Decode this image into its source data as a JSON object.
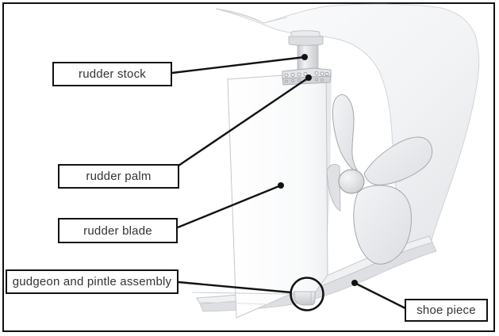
{
  "figure": {
    "type": "labeled-diagram",
    "subject": "ship stern rudder and propeller arrangement",
    "labels": [
      {
        "id": "rudder-stock",
        "text": "rudder stock"
      },
      {
        "id": "rudder-palm",
        "text": "rudder palm"
      },
      {
        "id": "rudder-blade",
        "text": "rudder blade"
      },
      {
        "id": "gudgeon-pintle",
        "text": "gudgeon and pintle assembly"
      },
      {
        "id": "shoe-piece",
        "text": "shoe piece"
      }
    ],
    "colors": {
      "annotation": "#121212",
      "background": "#ffffff",
      "render_light": "#f4f5f7",
      "render_mid": "#dddfe2",
      "render_outline": "#b7babe"
    }
  }
}
